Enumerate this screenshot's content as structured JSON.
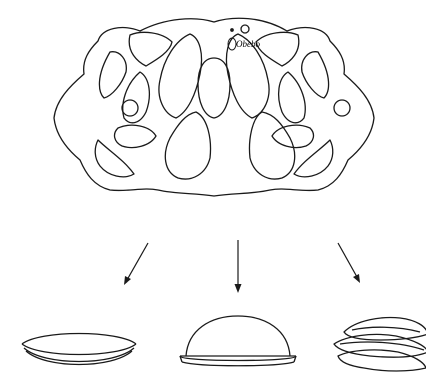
{
  "illustration": {
    "logo_text": "Obebo",
    "stroke_color": "#1a1a1a",
    "background": "#ffffff",
    "elements": [
      "frame-template",
      "arrow-left",
      "arrow-center",
      "arrow-right",
      "flat-disc",
      "dome",
      "folded-petals"
    ]
  }
}
